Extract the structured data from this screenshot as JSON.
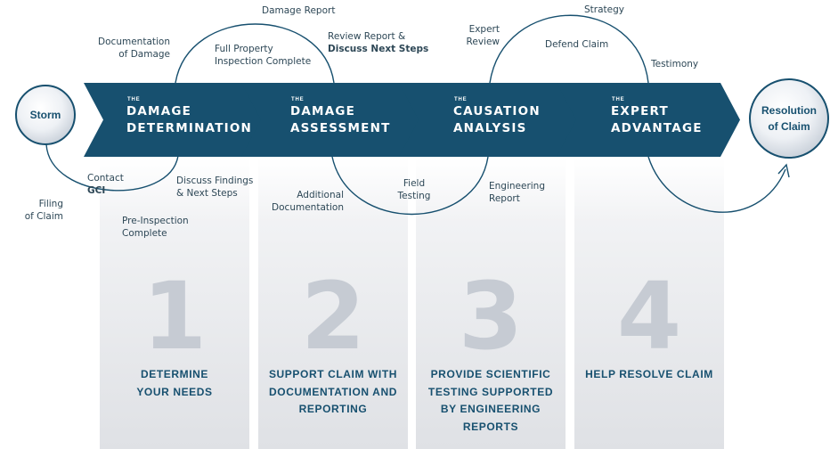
{
  "start_node": "Storm",
  "end_node": {
    "line1": "Resolution",
    "line2": "of Claim"
  },
  "colors": {
    "banner": "#17506f",
    "text": "#2d4756",
    "digit": "#c6cbd3",
    "column": "#e1e3e7"
  },
  "phases": [
    {
      "prefix": "THE",
      "line1": "DAMAGE",
      "line2": "DETERMINATION"
    },
    {
      "prefix": "THE",
      "line1": "DAMAGE",
      "line2": "ASSESSMENT"
    },
    {
      "prefix": "THE",
      "line1": "CAUSATION",
      "line2": "ANALYSIS"
    },
    {
      "prefix": "THE",
      "line1": "EXPERT",
      "line2": "ADVANTAGE"
    }
  ],
  "steps": [
    {
      "number": "1",
      "line1": "DETERMINE",
      "line2": "YOUR NEEDS",
      "line3": "",
      "line4": ""
    },
    {
      "number": "2",
      "line1": "SUPPORT CLAIM WITH",
      "line2": "DOCUMENTATION AND",
      "line3": "REPORTING",
      "line4": ""
    },
    {
      "number": "3",
      "line1": "PROVIDE SCIENTIFIC",
      "line2": "TESTING SUPPORTED",
      "line3": "BY ENGINEERING",
      "line4": "REPORTS"
    },
    {
      "number": "4",
      "line1": "HELP RESOLVE CLAIM",
      "line2": "",
      "line3": "",
      "line4": ""
    }
  ],
  "labels": {
    "filing": {
      "line1": "Filing",
      "line2": "of Claim"
    },
    "contact": {
      "line1": "Contact",
      "line2": "GCI"
    },
    "pre_inspection": {
      "line1": "Pre-Inspection",
      "line2": "Complete"
    },
    "discuss_findings": {
      "line1": "Discuss Findings",
      "line2": "& Next Steps"
    },
    "documentation_damage": {
      "line1": "Documentation",
      "line2": "of Damage"
    },
    "full_property": {
      "line1": "Full Property",
      "line2": "Inspection Complete"
    },
    "damage_report": "Damage Report",
    "review_report": {
      "line1": "Review Report &",
      "line2": "Discuss Next Steps"
    },
    "additional_documentation": {
      "line1": "Additional",
      "line2": "Documentation"
    },
    "field_testing": {
      "line1": "Field",
      "line2": "Testing"
    },
    "engineering_report": {
      "line1": "Engineering",
      "line2": "Report"
    },
    "expert_review": {
      "line1": "Expert",
      "line2": "Review"
    },
    "defend_claim": "Defend Claim",
    "strategy": "Strategy",
    "testimony": "Testimony"
  }
}
